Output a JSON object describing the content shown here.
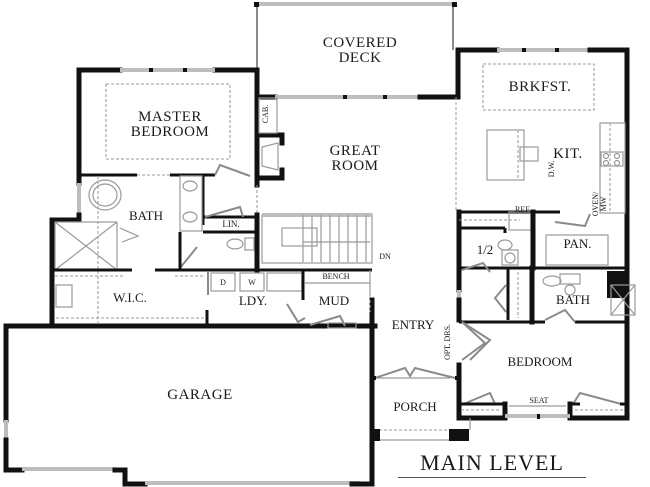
{
  "plan": {
    "title": "MAIN LEVEL",
    "rooms": {
      "covered_deck": "COVERED DECK",
      "covered_deck_line1": "COVERED",
      "covered_deck_line2": "DECK",
      "master_bedroom_line1": "MASTER",
      "master_bedroom_line2": "BEDROOM",
      "great_room_line1": "GREAT",
      "great_room_line2": "ROOM",
      "breakfast": "BRKFST.",
      "kitchen": "KIT.",
      "master_bath": "BATH",
      "linen": "LIN.",
      "wic": "W.I.C.",
      "laundry": "LDY.",
      "mud": "MUD",
      "half_bath": "1/2",
      "pantry": "PAN.",
      "bath": "BATH",
      "entry": "ENTRY",
      "bedroom": "BEDROOM",
      "porch": "PORCH",
      "garage": "GARAGE"
    },
    "fixtures": {
      "cabinet": "CAB.",
      "dishwasher": "D.W.",
      "refrigerator": "REF.",
      "oven_mw_line1": "OVEN/",
      "oven_mw_line2": "MW",
      "dryer": "D",
      "washer": "W",
      "bench": "BENCH",
      "stairs_down": "DN",
      "optional_doors": "OPT. DRS.",
      "seat": "SEAT"
    },
    "colors": {
      "wall": "#111111",
      "window": "#bdbdbd",
      "fixture": "#9a9a9a",
      "background": "#ffffff"
    }
  }
}
